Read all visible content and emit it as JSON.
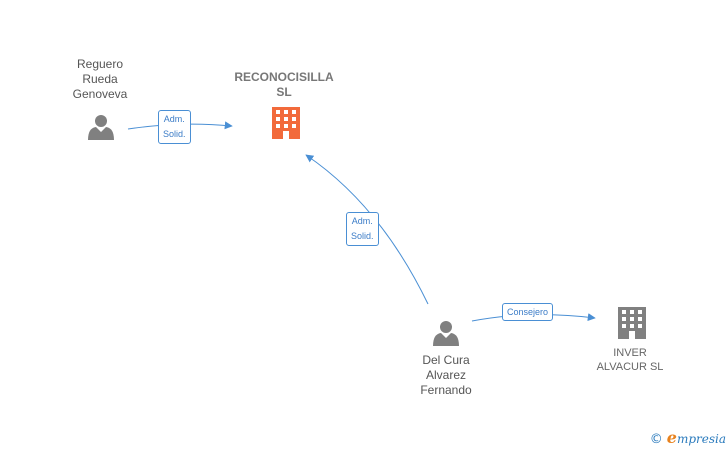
{
  "nodes": {
    "reguero": {
      "lines": [
        "Reguero",
        "Rueda",
        "Genoveva"
      ],
      "type": "person"
    },
    "reconocisilla": {
      "lines": [
        "RECONOCISILLA",
        "SL"
      ],
      "type": "company-main"
    },
    "delcura": {
      "lines": [
        "Del Cura",
        "Alvarez",
        "Fernando"
      ],
      "type": "person"
    },
    "inver": {
      "lines": [
        "INVER",
        "ALVACUR SL"
      ],
      "type": "company"
    }
  },
  "edges": {
    "reguero_to_reconocisilla": {
      "lines": [
        "Adm.",
        "Solid."
      ]
    },
    "delcura_to_reconocisilla": {
      "lines": [
        "Adm.",
        "Solid."
      ]
    },
    "delcura_to_inver": {
      "lines": [
        "Consejero"
      ]
    }
  },
  "colors": {
    "edge": "#4a8fd4",
    "person_icon": "#808080",
    "company_main_icon": "#f26a3b",
    "company_icon": "#808080"
  },
  "watermark": {
    "symbol": "©",
    "brand_initial": "e",
    "brand_rest": "mpresia"
  }
}
